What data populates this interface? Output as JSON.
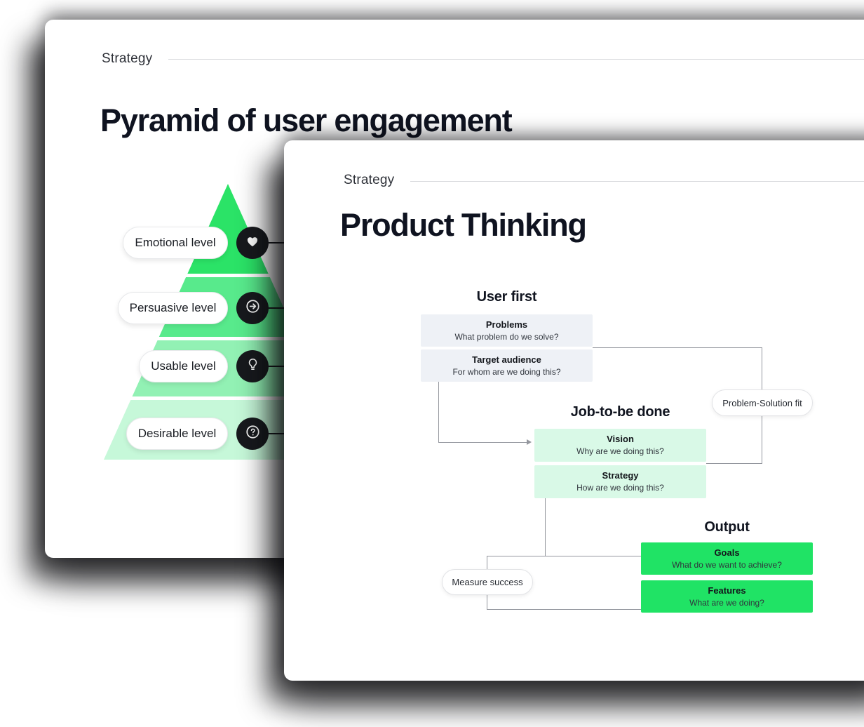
{
  "back_card": {
    "eyebrow": "Strategy",
    "title": "Pyramid of user engagement",
    "pyramid_levels": [
      {
        "label": "Emotional level",
        "icon": "heart-icon",
        "band_color": "#2be367"
      },
      {
        "label": "Persuasive level",
        "icon": "arrow-circle-icon",
        "band_color": "#58ea8c"
      },
      {
        "label": "Usable level",
        "icon": "lightbulb-icon",
        "band_color": "#92f1b4"
      },
      {
        "label": "Desirable level",
        "icon": "question-circle-icon",
        "band_color": "#c6f8d9"
      }
    ]
  },
  "front_card": {
    "eyebrow": "Strategy",
    "title": "Product Thinking",
    "flow": {
      "user_first": {
        "heading": "User first",
        "box_color": "#eef1f6",
        "boxes": [
          {
            "title": "Problems",
            "subtitle": "What problem do we solve?"
          },
          {
            "title": "Target audience",
            "subtitle": "For whom are we doing this?"
          }
        ]
      },
      "job": {
        "heading": "Job-to-be done",
        "box_color": "#d9f9e7",
        "boxes": [
          {
            "title": "Vision",
            "subtitle": "Why are we doing this?"
          },
          {
            "title": "Strategy",
            "subtitle": "How are we doing this?"
          }
        ]
      },
      "output": {
        "heading": "Output",
        "box_color": "#20e365",
        "boxes": [
          {
            "title": "Goals",
            "subtitle": "What do we want to achieve?"
          },
          {
            "title": "Features",
            "subtitle": "What are we doing?"
          }
        ]
      },
      "pills": [
        {
          "label": "Problem-Solution fit"
        },
        {
          "label": "Measure success"
        }
      ]
    }
  },
  "colors": {
    "accent_green": "#20e365",
    "light_green_box": "#d9f9e7",
    "gray_box": "#eef1f6",
    "icon_circle": "#17191d",
    "connector_gray": "#94979e"
  }
}
